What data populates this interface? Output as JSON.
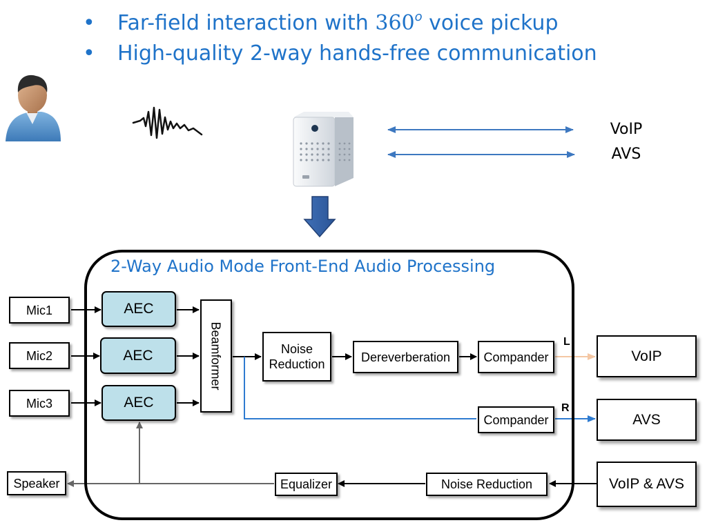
{
  "bullets": [
    {
      "bullet": "•",
      "pre": "Far-field interaction with ",
      "number": "360",
      "sup": "o",
      "post": " voice pickup"
    },
    {
      "bullet": "•",
      "text": "High-quality 2-way hands-free communication"
    }
  ],
  "top_links": {
    "voip": "VoIP",
    "avs": "AVS"
  },
  "frame_title": "2-Way Audio Mode Front-End Audio Processing",
  "blocks": {
    "mic1": "Mic1",
    "mic2": "Mic2",
    "mic3": "Mic3",
    "aec1": "AEC",
    "aec2": "AEC",
    "aec3": "AEC",
    "beamformer": "Beamformer",
    "noise_reduction_top": "Noise Reduction",
    "dereverberation": "Dereverberation",
    "compander_l": "Compander",
    "compander_r": "Compander",
    "out_voip": "VoIP",
    "out_avs": "AVS",
    "speaker": "Speaker",
    "equalizer": "Equalizer",
    "noise_reduction_bottom": "Noise Reduction",
    "in_voip_avs": "VoIP & AVS"
  },
  "channel_labels": {
    "left": "L",
    "right": "R"
  },
  "colors": {
    "title_blue": "#1f73c9",
    "arrow_blue": "#3d78c0",
    "aec_fill": "#bde0ea",
    "l_arrow": "#f4c7a4",
    "r_arrow": "#2e7bd0",
    "feedback_gray": "#666666"
  },
  "icons": [
    "person-avatar-icon",
    "sound-wave-icon",
    "smart-speaker-device-icon",
    "down-arrow-icon"
  ]
}
